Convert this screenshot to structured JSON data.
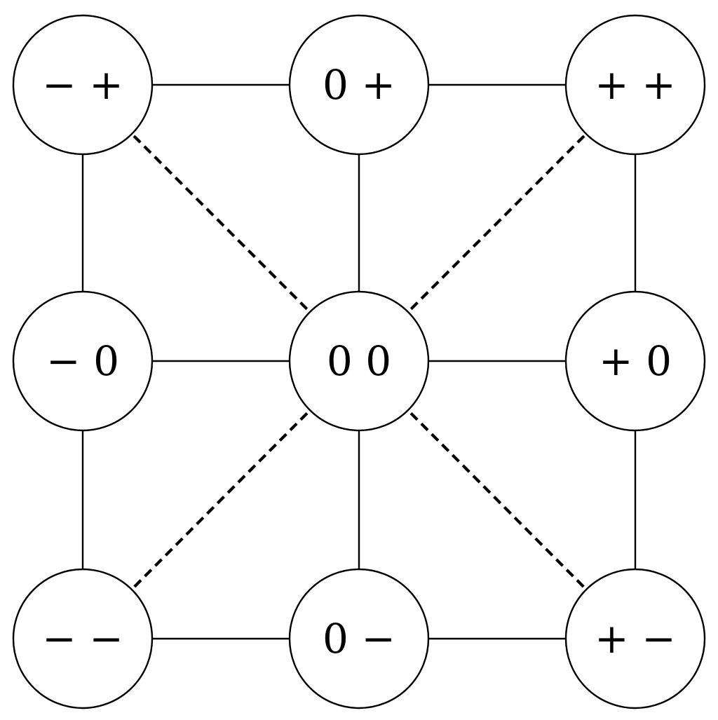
{
  "figure": {
    "description": "3x3 grid graph of qualitative sign-pair states with solid lattice edges and dashed diagonal edges from the center node to the four corner nodes",
    "colors": {
      "background": "#ffffff",
      "line": "#000000",
      "node_fill": "#ffffff",
      "label": "#000000"
    },
    "nodes": [
      {
        "id": "top-left",
        "label": "− +"
      },
      {
        "id": "top-center",
        "label": "0 +"
      },
      {
        "id": "top-right",
        "label": "+ +"
      },
      {
        "id": "mid-left",
        "label": "− 0"
      },
      {
        "id": "center",
        "label": "0 0"
      },
      {
        "id": "mid-right",
        "label": "+ 0"
      },
      {
        "id": "bottom-left",
        "label": "− −"
      },
      {
        "id": "bottom-center",
        "label": "0 −"
      },
      {
        "id": "bottom-right",
        "label": "+ −"
      }
    ],
    "solid_edges": [
      [
        "top-left",
        "top-center"
      ],
      [
        "top-center",
        "top-right"
      ],
      [
        "mid-left",
        "center"
      ],
      [
        "center",
        "mid-right"
      ],
      [
        "bottom-left",
        "bottom-center"
      ],
      [
        "bottom-center",
        "bottom-right"
      ],
      [
        "top-left",
        "mid-left"
      ],
      [
        "mid-left",
        "bottom-left"
      ],
      [
        "top-center",
        "center"
      ],
      [
        "center",
        "bottom-center"
      ],
      [
        "top-right",
        "mid-right"
      ],
      [
        "mid-right",
        "bottom-right"
      ]
    ],
    "dashed_edges": [
      [
        "center",
        "top-left"
      ],
      [
        "center",
        "top-right"
      ],
      [
        "center",
        "bottom-left"
      ],
      [
        "center",
        "bottom-right"
      ]
    ]
  }
}
